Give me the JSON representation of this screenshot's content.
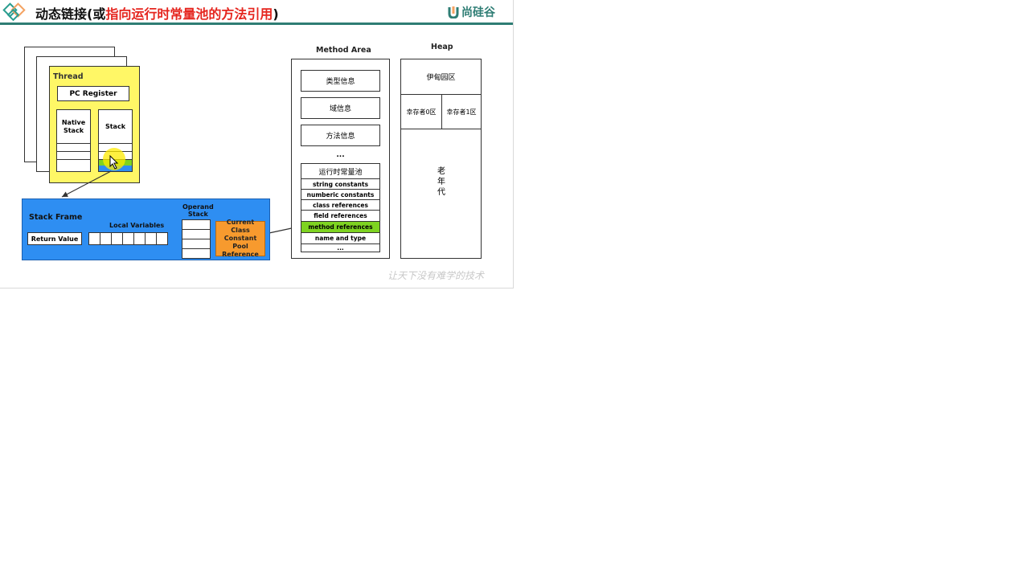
{
  "header": {
    "title_prefix": "动态链接(或",
    "title_highlight": "指向运行时常量池的方法引用",
    "title_suffix": ")",
    "brand": "尚硅谷",
    "colors": {
      "highlight": "#e5261f",
      "accent": "#2e7d74"
    }
  },
  "thread": {
    "title": "Thread",
    "pc_register": "PC Register",
    "native_stack": "Native\nStack",
    "stack": "Stack"
  },
  "stack_frame": {
    "title": "Stack Frame",
    "local_variables": "Local Variables",
    "operand_stack": "Operand\nStack",
    "return_value": "Return Value",
    "constant_pool_ref": "Current Class\nConstant Pool\nReference"
  },
  "method_area": {
    "title": "Method Area",
    "items": [
      "类型信息",
      "域信息",
      "方法信息",
      "..."
    ],
    "pool_title": "运行时常量池",
    "pool_items": [
      "string constants",
      "numberic constants",
      "class references",
      "field references",
      "method references",
      "name and type",
      "..."
    ],
    "highlighted_item": "method references"
  },
  "heap": {
    "title": "Heap",
    "eden": "伊甸园区",
    "survivor0": "幸存者0区",
    "survivor1": "幸存者1区",
    "old_gen": "老\n年\n代"
  },
  "watermark": "让天下没有难学的技术"
}
